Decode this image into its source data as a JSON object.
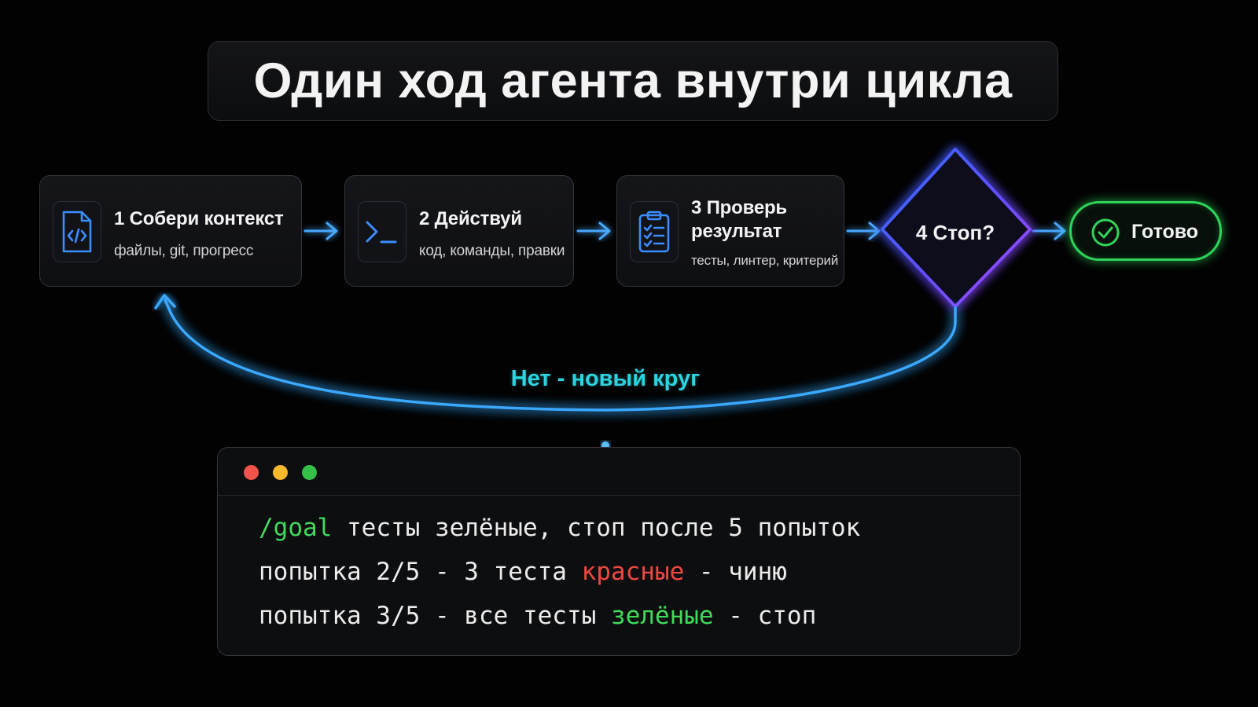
{
  "title": "Один ход агента внутри цикла",
  "steps": [
    {
      "label": "1 Собери контекст",
      "sub": "файлы, git, прогресс",
      "icon": "code-file-icon"
    },
    {
      "label": "2 Действуй",
      "sub": "код, команды, правки",
      "icon": "terminal-prompt-icon"
    },
    {
      "label_line1": "3 Проверь",
      "label_line2": "результат",
      "sub": "тесты, линтер, критерий",
      "icon": "checklist-clipboard-icon"
    }
  ],
  "decision": {
    "label": "4 Стоп?"
  },
  "done": {
    "label": "Готово",
    "icon": "check-circle-icon"
  },
  "loop": {
    "label": "Нет - новый круг"
  },
  "terminal": {
    "line1": {
      "command": "/goal",
      "rest": " тесты зелёные, стоп после 5 попыток"
    },
    "line2": {
      "prefix": "попытка 2/5 - 3 теста ",
      "highlight": "красные",
      "suffix": " - чиню"
    },
    "line3": {
      "prefix": "попытка 3/5 - все тесты ",
      "highlight": "зелёные",
      "suffix": " - стоп"
    }
  },
  "colors": {
    "accent_blue": "#3fa0ff",
    "loop_cyan": "#2fd3e0",
    "done_green": "#2fd45b",
    "decision_violet": "#8a4dff",
    "error_red": "#f0483f"
  }
}
